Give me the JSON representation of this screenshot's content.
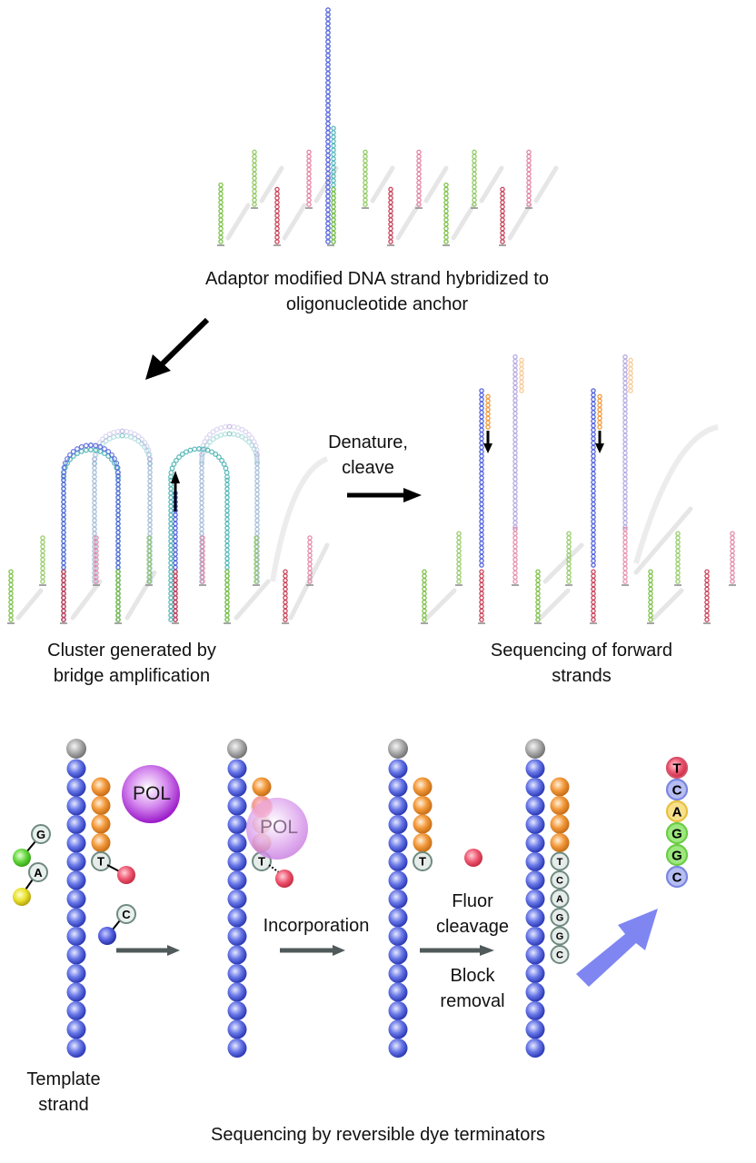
{
  "labels": {
    "adaptor_line1": "Adaptor modified DNA strand hybridized to",
    "adaptor_line2": "oligonucleotide anchor",
    "denature_line1": "Denature,",
    "denature_line2": "cleave",
    "cluster_line1": "Cluster generated by",
    "cluster_line2": "bridge amplification",
    "forward_line1": "Sequencing of forward",
    "forward_line2": "strands",
    "template_line1": "Template",
    "template_line2": "strand",
    "incorporation": "Incorporation",
    "fluor_line1": "Fluor",
    "fluor_line2": "cleavage",
    "block_line1": "Block",
    "block_line2": "removal",
    "footer": "Sequencing by reversible dye terminators",
    "pol": "POL"
  },
  "bases": {
    "loose_free": [
      "G",
      "A"
    ],
    "incoming": "C",
    "terminator": "T",
    "read_sequence": [
      "T",
      "C",
      "A",
      "G",
      "G",
      "C"
    ]
  },
  "colors": {
    "template_blue": "#5566dd",
    "primer_orange": "#f09a3a",
    "anchor_green": "#7fc24a",
    "anchor_red": "#c9445a",
    "anchor_pink": "#e07a9a",
    "strand_teal": "#58b8b8",
    "pol_purple": "#a020d0",
    "base_T": "#e8506a",
    "base_C": "#9aa6e8",
    "base_A": "#f5d35a",
    "base_G": "#7ed957",
    "yellow": "#e6e02a",
    "arrow_gray": "#505a5a",
    "arrow_blue": "#7f86f2"
  }
}
